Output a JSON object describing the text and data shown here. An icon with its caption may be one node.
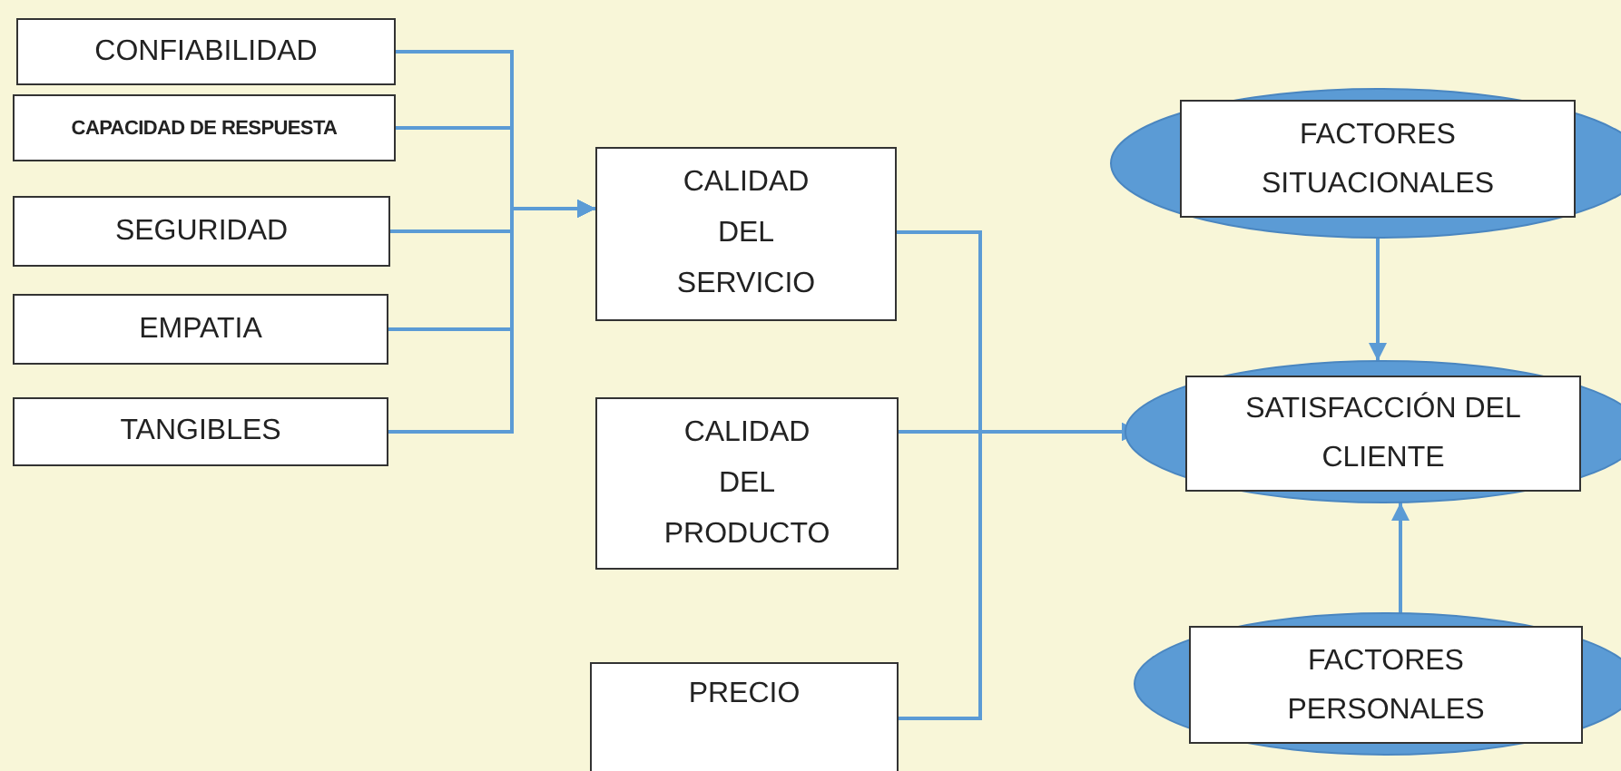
{
  "diagram": {
    "nodes": [
      {
        "text": [
          "CONFIABILIDAD"
        ]
      },
      {
        "text": [
          "CAPACIDAD DE RESPUESTA"
        ]
      },
      {
        "text": [
          "SEGURIDAD"
        ]
      },
      {
        "text": [
          "EMPATIA"
        ]
      },
      {
        "text": [
          "TANGIBLES"
        ]
      },
      {
        "text": [
          "CALIDAD DEL SERVICIO"
        ]
      },
      {
        "text": [
          "CALIDAD DEL PRODUCTO"
        ]
      },
      {
        "text": [
          "PRECIO"
        ]
      },
      {
        "text": [
          "FACTORES SITUACIONALES"
        ]
      },
      {
        "text": [
          "SATISFACCIÓN DEL CLIENTE"
        ]
      },
      {
        "text": [
          "FACTORES PERSONALES"
        ]
      }
    ],
    "edges": [
      {
        "from": 0,
        "to": 5,
        "arrow": "to"
      },
      {
        "from": 1,
        "to": 5,
        "arrow": "to"
      },
      {
        "from": 2,
        "to": 5,
        "arrow": "to"
      },
      {
        "from": 3,
        "to": 5,
        "arrow": "to"
      },
      {
        "from": 4,
        "to": 5,
        "arrow": "to"
      },
      {
        "from": 5,
        "to": 9,
        "arrow": "to"
      },
      {
        "from": 6,
        "to": 9,
        "arrow": "to"
      },
      {
        "from": 7,
        "to": 9,
        "arrow": "to"
      },
      {
        "from": 8,
        "to": 9,
        "arrow": "to"
      },
      {
        "from": 10,
        "to": 9,
        "arrow": "to"
      }
    ]
  }
}
